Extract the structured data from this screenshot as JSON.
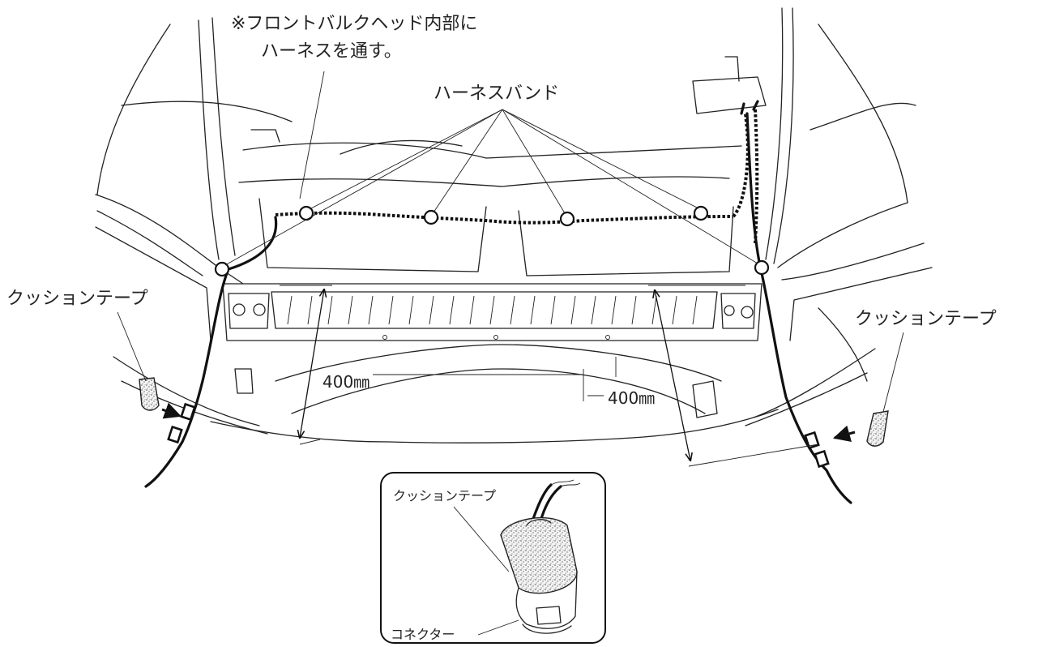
{
  "labels": {
    "bulkhead_note_line1": "※フロントバルクヘッド内部に",
    "bulkhead_note_line2": "ハーネスを通す。",
    "harness_band": "ハーネスバンド",
    "cushion_tape_left": "クッションテープ",
    "cushion_tape_right": "クッションテープ",
    "dim_left": "400㎜",
    "dim_right": "400㎜",
    "inset_cushion_tape": "クッションテープ",
    "inset_connector": "コネクター"
  },
  "icons": {
    "harness_band": "harness-band-clip-icon",
    "connector": "connector-icon",
    "cushion_tape": "cushion-tape-icon",
    "arrow": "arrow-icon"
  },
  "colors": {
    "line": "#222222",
    "background": "#ffffff"
  }
}
